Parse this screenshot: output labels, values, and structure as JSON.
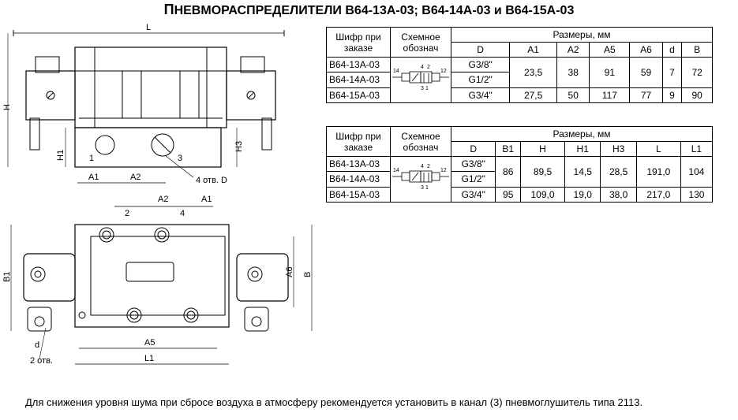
{
  "title": {
    "first_letter": "П",
    "rest": "НЕВМОРАСПРЕДЕЛИТЕЛИ",
    "models": "В64-13А-03; В64-14А-03 и В64-15А-03"
  },
  "drawing_labels": {
    "L": "L",
    "H": "H",
    "H1": "H1",
    "H3": "H3",
    "A1": "A1",
    "A2": "A2",
    "port1": "1",
    "port2": "2",
    "port3": "3",
    "port4": "4",
    "holes_D": "4 отв. D",
    "B1": "B1",
    "A6": "A6",
    "B": "B",
    "A5": "A5",
    "L1": "L1",
    "d": "d",
    "holes_2": "2 отв."
  },
  "table1": {
    "h_code": "Шифр при заказе",
    "h_scheme": "Схемное обознач",
    "h_dims": "Размеры, мм",
    "cols": [
      "D",
      "A1",
      "A2",
      "A5",
      "A6",
      "d",
      "B"
    ],
    "rows": [
      {
        "code": "В64-13А-03",
        "D": "G3/8\""
      },
      {
        "code": "В64-14А-03",
        "D": "G1/2\""
      },
      {
        "code": "В64-15А-03",
        "D": "G3/4\""
      }
    ],
    "merged_values": [
      "23,5",
      "38",
      "91",
      "59",
      "7",
      "72"
    ],
    "last_values": [
      "27,5",
      "50",
      "117",
      "77",
      "9",
      "90"
    ]
  },
  "table2": {
    "h_code": "Шифр при заказе",
    "h_scheme": "Схемное обознач",
    "h_dims": "Размеры, мм",
    "cols": [
      "D",
      "B1",
      "H",
      "H1",
      "H3",
      "L",
      "L1"
    ],
    "rows": [
      {
        "code": "В64-13А-03",
        "D": "G3/8\""
      },
      {
        "code": "В64-14А-03",
        "D": "G1/2\""
      },
      {
        "code": "В64-15А-03",
        "D": "G3/4\""
      }
    ],
    "merged_values": [
      "86",
      "89,5",
      "14,5",
      "28,5",
      "191,0",
      "104"
    ],
    "last_values": [
      "95",
      "109,0",
      "19,0",
      "38,0",
      "217,0",
      "130"
    ]
  },
  "scheme_labels": {
    "p14": "14",
    "p12": "12",
    "p4": "4",
    "p2": "2",
    "p3": "3",
    "p1": "1"
  },
  "note": "Для снижения уровня шума при сбросе воздуха в атмосферу рекомендуется установить в канал (3) пневмоглушитель типа 2113."
}
